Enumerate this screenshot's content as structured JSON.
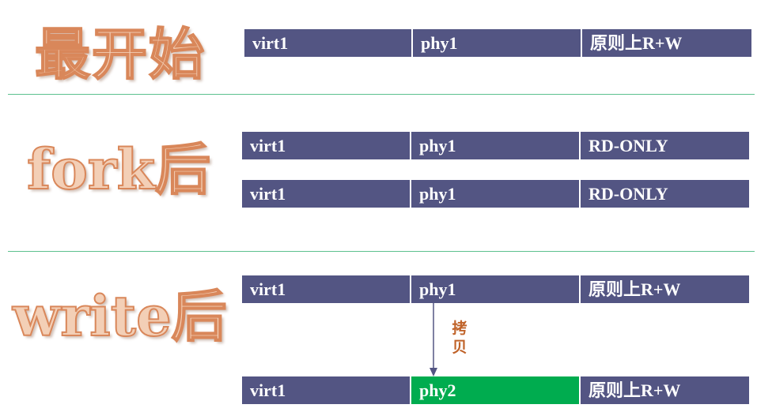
{
  "headings": {
    "initial": "最开始",
    "after_fork": "fork后",
    "after_write": "write后"
  },
  "rows": {
    "initial": [
      "virt1",
      "phy1",
      "原则上R+W"
    ],
    "fork_a": [
      "virt1",
      "phy1",
      "RD-ONLY"
    ],
    "fork_b": [
      "virt1",
      "phy1",
      "RD-ONLY"
    ],
    "write_before": [
      "virt1",
      "phy1",
      "原则上R+W"
    ],
    "write_after": [
      "virt1",
      "phy2",
      "原则上R+W"
    ]
  },
  "copy_label": "拷贝",
  "colors": {
    "cell": "#535583",
    "cell_copied": "#00ac4f",
    "divider": "#5cc08e",
    "heading_fill": "#f3cfb6",
    "heading_stroke": "#d9875a",
    "copy_label": "#c0632a",
    "arrow": "#535583"
  }
}
